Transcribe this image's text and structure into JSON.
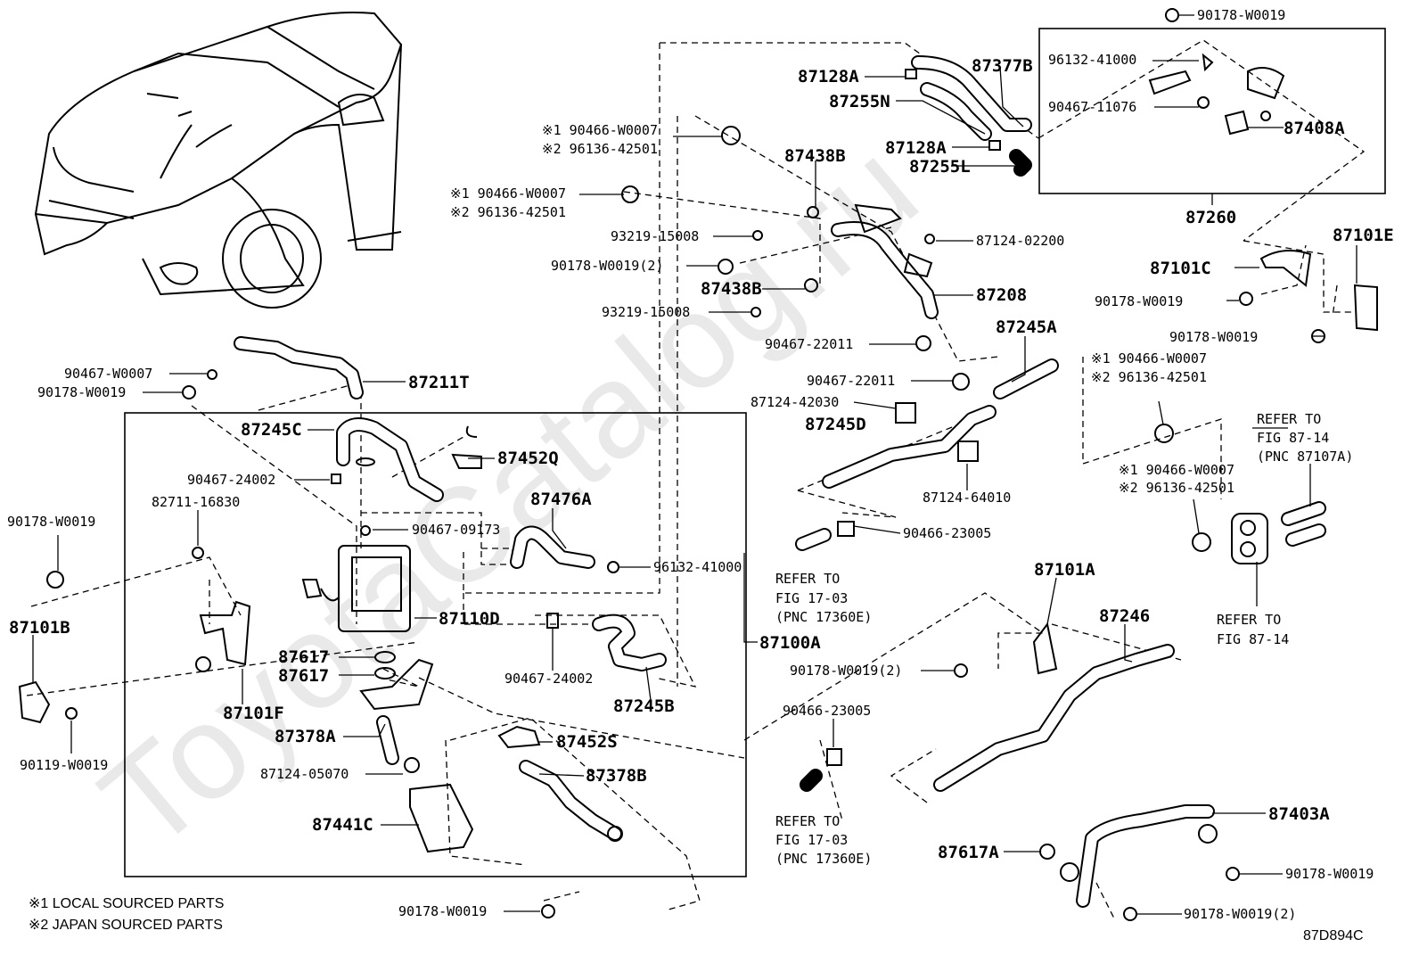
{
  "watermark": "ToyotaCatalog.ru",
  "diagram_code": "87D894C",
  "notes": [
    "※1 LOCAL SOURCED PARTS",
    "※2 JAPAN SOURCED PARTS"
  ],
  "labels": {
    "p90178_w0019_top": "90178-W0019",
    "p96132_41000_box": "96132-41000",
    "p90467_11076": "90467-11076",
    "p87408a": "87408A",
    "p87260": "87260",
    "p87377b": "87377B",
    "p87128a_1": "87128A",
    "p87255n": "87255N",
    "p87128a_2": "87128A",
    "p87255l": "87255L",
    "p87438b_1": "87438B",
    "p90466_w0007_a1": "※1 90466-W0007",
    "p96136_42501_a2": "※2 96136-42501",
    "p90466_w0007_b1": "※1 90466-W0007",
    "p96136_42501_b2": "※2 96136-42501",
    "p93219_15008_1": "93219-15008",
    "p90178_w0019_2a": "90178-W0019(2)",
    "p87124_02200": "87124-02200",
    "p87438b_2": "87438B",
    "p87208": "87208",
    "p93219_15008_2": "93219-15008",
    "p90467_22011_1": "90467-22011",
    "p87245a": "87245A",
    "p90467_22011_2": "90467-22011",
    "p87124_42030": "87124-42030",
    "p87245d": "87245D",
    "p87124_64010": "87124-64010",
    "p90466_w0007_c1": "※1 90466-W0007",
    "p96136_42501_c2": "※2 96136-42501",
    "p90466_w0007_d1": "※1  90466-W0007",
    "p96136_42501_d2": "※2  96136-42501",
    "p87101e": "87101E",
    "p87101c": "87101C",
    "p90178_w0019_r1": "90178-W0019",
    "p90178_w0019_r2": "90178-W0019",
    "refer_87_14a_1": "REFER TO",
    "refer_87_14a_2": "FIG 87-14",
    "refer_87_14a_3": "(PNC 87107A)",
    "refer_87_14b_1": "REFER TO",
    "refer_87_14b_2": "FIG 87-14",
    "p90466_23005_1": "90466-23005",
    "refer_17_03a_1": "REFER TO",
    "refer_17_03a_2": "FIG 17-03",
    "refer_17_03a_3": "(PNC 17360E)",
    "p87101a": "87101A",
    "p87246": "87246",
    "p90178_w0019_2b": "90178-W0019(2)",
    "p90466_23005_2": "90466-23005",
    "refer_17_03b_1": "REFER TO",
    "refer_17_03b_2": "FIG 17-03",
    "refer_17_03b_3": "(PNC 17360E)",
    "p87403a": "87403A",
    "p87617a": "87617A",
    "p90178_w0019_br": "90178-W0019",
    "p90178_w0019_2c": "90178-W0019(2)",
    "p90467_w0007": "90467-W0007",
    "p90178_w0019_l1": "90178-W0019",
    "p87211t": "87211T",
    "p87245c": "87245C",
    "p87452q": "87452Q",
    "p90467_24002_1": "90467-24002",
    "p82711_16830": "82711-16830",
    "p87476a": "87476A",
    "p90178_w0019_l2": "90178-W0019",
    "p90467_09173": "90467-09173",
    "p96132_41000": "96132-41000",
    "p87110d": "87110D",
    "p87100a": "87100A",
    "p87101b": "87101B",
    "p87617_1": "87617",
    "p87617_2": "87617",
    "p90467_24002_2": "90467-24002",
    "p87245b": "87245B",
    "p87101f": "87101F",
    "p87378a": "87378A",
    "p87452s": "87452S",
    "p87124_05070": "87124-05070",
    "p87378b": "87378B",
    "p87441c": "87441C",
    "p90119_w0019": "90119-W0019",
    "p90178_w0019_bot": "90178-W0019"
  }
}
